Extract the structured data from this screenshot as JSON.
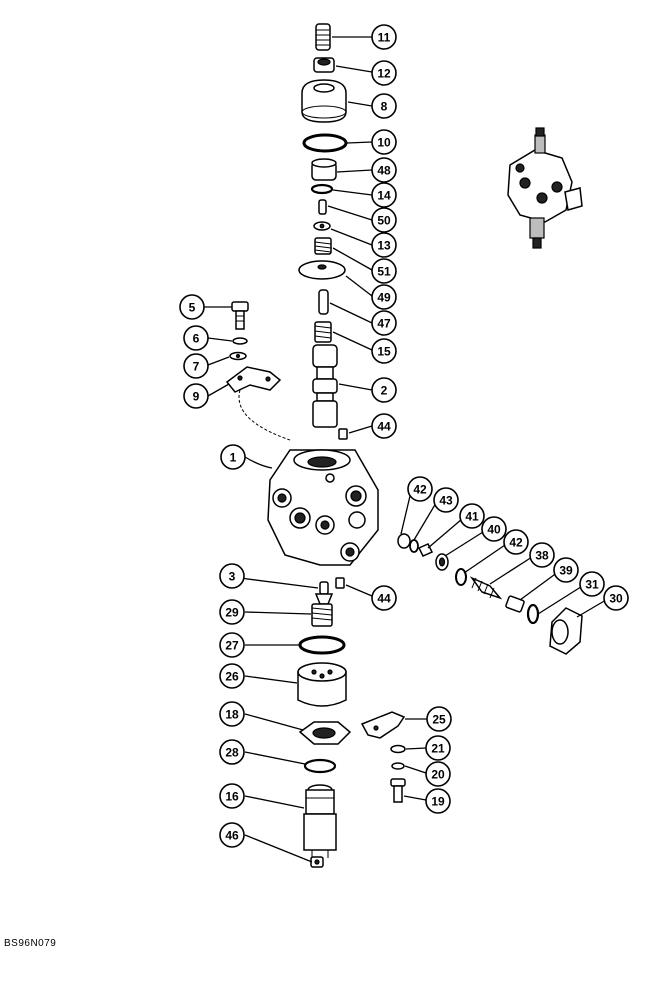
{
  "callouts": {
    "c11": "11",
    "c12": "12",
    "c8": "8",
    "c10": "10",
    "c48": "48",
    "c14": "14",
    "c50": "50",
    "c13": "13",
    "c51": "51",
    "c49": "49",
    "c5": "5",
    "c47": "47",
    "c6": "6",
    "c15": "15",
    "c7": "7",
    "c9": "9",
    "c2": "2",
    "c44a": "44",
    "c1": "1",
    "c42a": "42",
    "c43": "43",
    "c41": "41",
    "c40": "40",
    "c42b": "42",
    "c38": "38",
    "c39": "39",
    "c31": "31",
    "c30": "30",
    "c3": "3",
    "c44b": "44",
    "c29": "29",
    "c27": "27",
    "c26": "26",
    "c18": "18",
    "c25": "25",
    "c28": "28",
    "c21": "21",
    "c20": "20",
    "c16": "16",
    "c19": "19",
    "c46": "46"
  },
  "drawing_code": "BS96N079"
}
